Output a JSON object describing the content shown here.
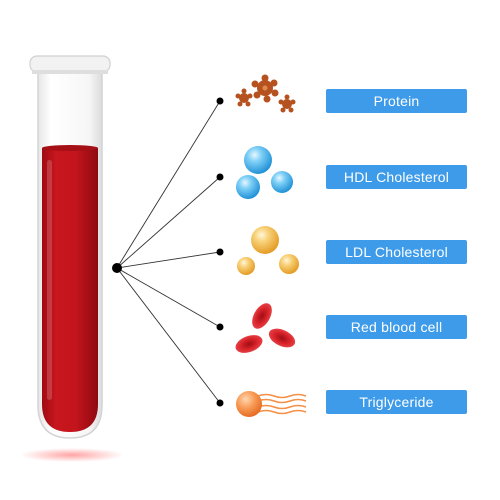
{
  "colors": {
    "label_bg": "#3d9be9",
    "blood": "#c4141c",
    "protein": "#b5521f",
    "hdl": "#35a8e6",
    "ldl": "#eeb23a",
    "red_cell": "#d8232a",
    "triglyceride": "#f58f45"
  },
  "components": [
    {
      "label": "Protein",
      "icon": "protein-icon"
    },
    {
      "label": "HDL Cholesterol",
      "icon": "hdl-cholesterol-icon"
    },
    {
      "label": "LDL Cholesterol",
      "icon": "ldl-cholesterol-icon"
    },
    {
      "label": "Red blood cell",
      "icon": "red-blood-cell-icon"
    },
    {
      "label": "Triglyceride",
      "icon": "triglyceride-icon"
    }
  ]
}
